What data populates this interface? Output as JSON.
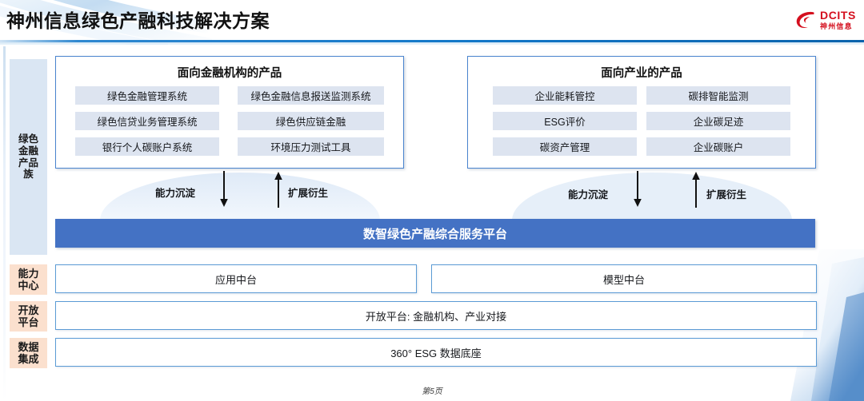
{
  "header": {
    "title": "神州信息绿色产融科技解决方案",
    "logo": {
      "en": "DCITS",
      "cn": "神州信息",
      "color": "#d40f1e",
      "icon": "dcits-swirl-logo"
    }
  },
  "sidebar": {
    "items": [
      {
        "id": "green-finance-products",
        "label": "绿色\n金融\n产品\n族",
        "lines": [
          "绿色",
          "金融",
          "产品",
          "族"
        ],
        "color": "#dae6f3"
      },
      {
        "id": "capability-center",
        "label": "能力\n中心",
        "lines": [
          "能力",
          "中心"
        ],
        "color": "#fbe0ce"
      },
      {
        "id": "open-platform",
        "label": "开放\n平台",
        "lines": [
          "开放",
          "平台"
        ],
        "color": "#fbe0ce"
      },
      {
        "id": "data-integration",
        "label": "数据\n集成",
        "lines": [
          "数据",
          "集成"
        ],
        "color": "#fbe0ce"
      }
    ]
  },
  "product_groups": [
    {
      "id": "financial-institutions",
      "title": "面向金融机构的产品",
      "items": [
        "绿色金融管理系统",
        "绿色金融信息报送监测系统",
        "绿色信贷业务管理系统",
        "绿色供应链金融",
        "银行个人碳账户系统",
        "环境压力测试工具"
      ]
    },
    {
      "id": "industry",
      "title": "面向产业的产品",
      "items": [
        "企业能耗管控",
        "碳排智能监测",
        "ESG评价",
        "企业碳足迹",
        "碳资产管理",
        "企业碳账户"
      ]
    }
  ],
  "flows": [
    {
      "id": "left",
      "down_label": "能力沉淀",
      "up_label": "扩展衍生"
    },
    {
      "id": "right",
      "down_label": "能力沉淀",
      "up_label": "扩展衍生"
    }
  ],
  "platform": {
    "label": "数智绿色产融综合服务平台",
    "color": "#4472c4"
  },
  "layers": {
    "capability": [
      {
        "id": "application-middle-platform",
        "label": "应用中台"
      },
      {
        "id": "model-middle-platform",
        "label": "模型中台"
      }
    ],
    "open": {
      "id": "open-platform-row",
      "label": "开放平台: 金融机构、产业对接"
    },
    "data": {
      "id": "data-foundation-row",
      "label": "360° ESG 数据底座"
    }
  },
  "footer": {
    "page": "第5页"
  }
}
